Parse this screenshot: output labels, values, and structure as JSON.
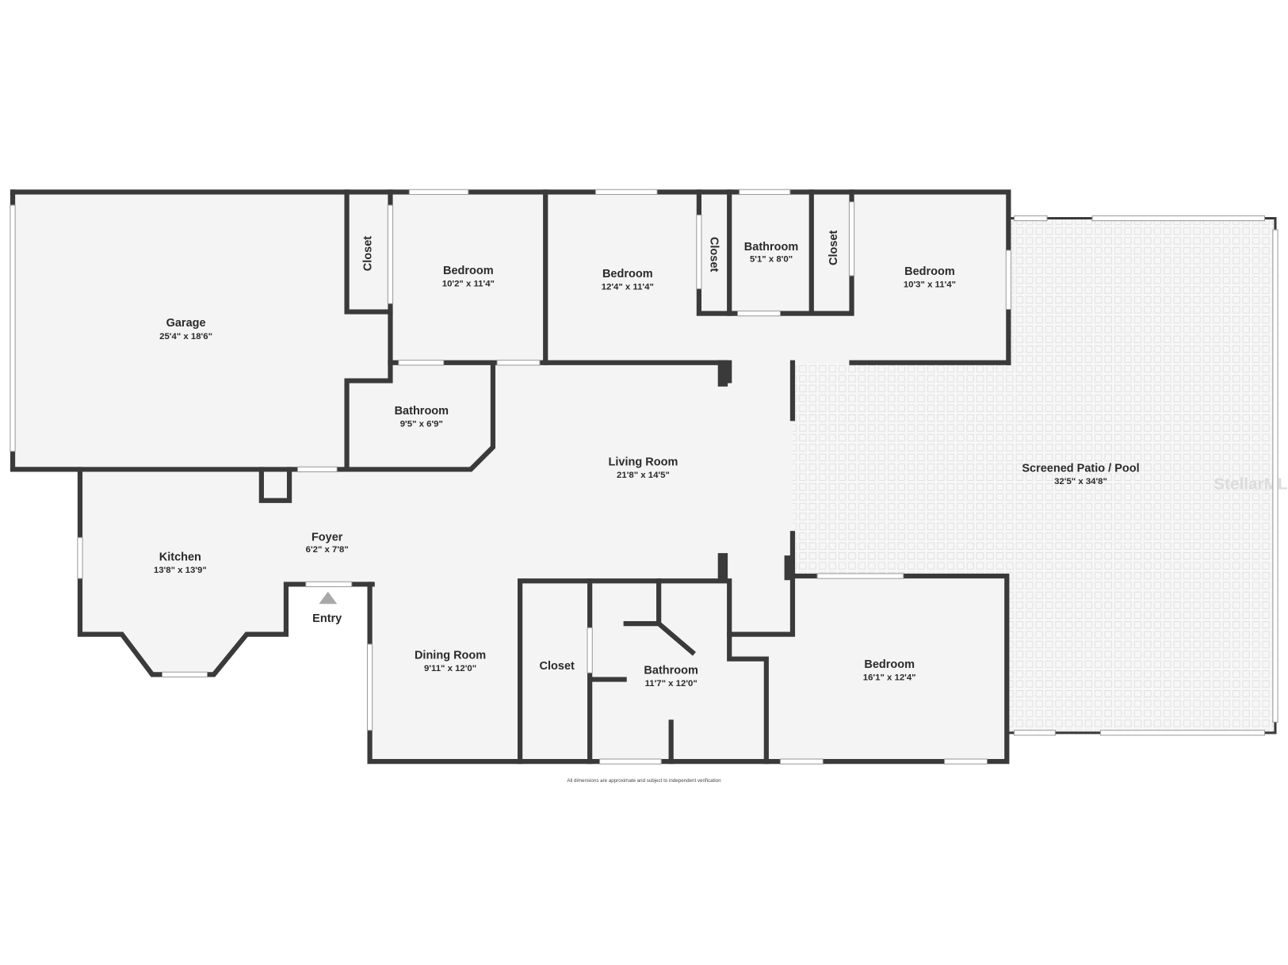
{
  "rooms": {
    "garage": {
      "name": "Garage",
      "dim": "25'4\" x 18'6\""
    },
    "closet1": {
      "name": "Closet"
    },
    "bedroom1": {
      "name": "Bedroom",
      "dim": "10'2\" x 11'4\""
    },
    "bedroom2": {
      "name": "Bedroom",
      "dim": "12'4\" x 11'4\""
    },
    "closet2": {
      "name": "Closet"
    },
    "bathroom2": {
      "name": "Bathroom",
      "dim": "5'1\" x 8'0\""
    },
    "closet3": {
      "name": "Closet"
    },
    "bedroom3": {
      "name": "Bedroom",
      "dim": "10'3\" x 11'4\""
    },
    "bathroom1": {
      "name": "Bathroom",
      "dim": "9'5\" x 6'9\""
    },
    "living": {
      "name": "Living Room",
      "dim": "21'8\" x 14'5\""
    },
    "patio": {
      "name": "Screened Patio / Pool",
      "dim": "32'5\" x 34'8\""
    },
    "kitchen": {
      "name": "Kitchen",
      "dim": "13'8\" x 13'9\""
    },
    "foyer": {
      "name": "Foyer",
      "dim": "6'2\" x 7'8\""
    },
    "entry": {
      "name": "Entry"
    },
    "dining": {
      "name": "Dining Room",
      "dim": "9'11\" x 12'0\""
    },
    "closet4": {
      "name": "Closet"
    },
    "bathroom3": {
      "name": "Bathroom",
      "dim": "11'7\" x 12'0\""
    },
    "bedroom4": {
      "name": "Bedroom",
      "dim": "16'1\" x 12'4\""
    }
  },
  "footer_note": "All dimensions are approximate and subject to independent verification",
  "watermark": "StellarMLS",
  "colors": {
    "wall": "#3a3a3a",
    "floor": "#f4f4f4",
    "entry_marker": "#a8a8a8"
  }
}
